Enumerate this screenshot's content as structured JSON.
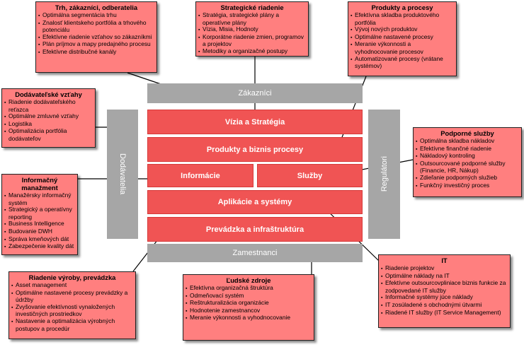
{
  "frame": {
    "top": "Zákazníci",
    "bottom": "Zamestnanci",
    "left": "Dodávatelia",
    "right": "Regulátori"
  },
  "bands": {
    "vizia": "Vízia  a Stratégia",
    "produkty": "Produkty  a biznis procesy",
    "informacie": "Informácie",
    "sluzby": "Služby",
    "aplikacie": "Aplikácie  a systémy",
    "prevadzka": "Prevádzka  a infraštruktúra"
  },
  "boxes": {
    "trh": {
      "title": "Trh, zákazníci, odberatelia",
      "items": [
        "Optimálna segmentácia trhu",
        "Znalosť klientskeho portfólia a trhového potenciálu",
        "Efektívne riadenie vzťahov so zákazníkmi",
        "Plán príjmov a mapy predajného procesu",
        "Efektívne distribučné kanály"
      ]
    },
    "strategicke": {
      "title": "Strategické riadenie",
      "items": [
        "Stratégia, strategické plány a operatívne plány",
        "Vízia, Misia, Hodnoty",
        "Korporátne riadenie zmien, programov a projektov",
        "Metodiky a organizačné postupy"
      ]
    },
    "produkty": {
      "title": "Produkty a procesy",
      "items": [
        "Efektívna skladba produktového portfólia",
        "Vývoj nových produktov",
        "Optimálne nastavené procesy",
        "Meranie výkonnosti a vyhodnocovanie procesov",
        "Automatizované procesy (vrátane systémov)"
      ]
    },
    "dodavatelske": {
      "title": "Dodávateľské vzťahy",
      "items": [
        "Riadenie dodávateľského reťazca",
        "Optimálne zmluvné vzťahy",
        "Logistika",
        "Optimalizácia portfólia dodávateľov"
      ]
    },
    "podporne": {
      "title": "Podporné služby",
      "items": [
        "Optimálna skladba nákladov",
        "Efektívne finančné riadenie",
        "Nákladový kontroling",
        "Outsourcované podporné služby (Financie, HR, Nákup)",
        "Zdieľanie podporných služieb",
        "Funkčný investičný proces"
      ]
    },
    "informacny": {
      "title": "Informačný manažment",
      "items": [
        "Manažérsky informačný systém",
        "Strategický a operatívny reporting",
        "Business Intelligence",
        "Budovanie DWH",
        "Správa kmeňových dát",
        "Zabezpečenie kvality dát"
      ]
    },
    "riadenie": {
      "title": "Riadenie výroby, prevádzka",
      "items": [
        "Asset management",
        "Optimálne nastavené procesy prevádzky a údržby",
        "Zvyšovanie efektívnosti vynaložených investičných prostriedkov",
        "Nastavenie a optimalizácia výrobných postupov a procedúr"
      ]
    },
    "ludske": {
      "title": "Ľudské zdroje",
      "items": [
        "Efektívna organizačná štruktúra",
        "Odmeňovací systém",
        "Reštrukturalizácia organizácie",
        "Hodnotenie zamestnancov",
        "Meranie výkonnosti a vyhodnocovanie"
      ]
    },
    "it": {
      "title": "IT",
      "items": [
        "Riadenie projektov",
        "Optimálne náklady na IT",
        "Efektívne outsourcovpliniace biznis funkcie za zodpovedané IT služby",
        "Informačné systémy júce náklady",
        "IT zosúladené s obchodnými útvarmi",
        "Riadené IT služby (IT Service Management)"
      ]
    }
  }
}
